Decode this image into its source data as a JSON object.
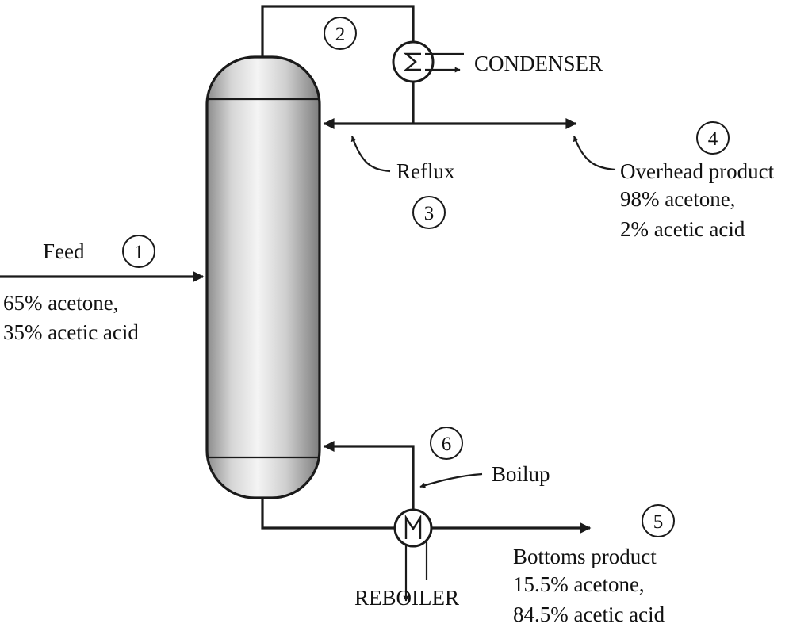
{
  "streams": [
    {
      "number": "1",
      "label": "Feed",
      "composition": [
        "65% acetone,",
        "35% acetic acid"
      ]
    },
    {
      "number": "2"
    },
    {
      "number": "3",
      "label": "Reflux"
    },
    {
      "number": "4",
      "label": "Overhead product",
      "composition": [
        "98% acetone,",
        "2% acetic acid"
      ]
    },
    {
      "number": "5",
      "label": "Bottoms product",
      "composition": [
        "15.5% acetone,",
        "84.5% acetic acid"
      ]
    },
    {
      "number": "6",
      "label": "Boilup"
    }
  ],
  "equipment": {
    "condenser": "CONDENSER",
    "reboiler": "REBOILER"
  },
  "colors": {
    "line": "#1a1a1a",
    "column_light": "#f2f2f2",
    "column_dark": "#8c8c8c"
  }
}
